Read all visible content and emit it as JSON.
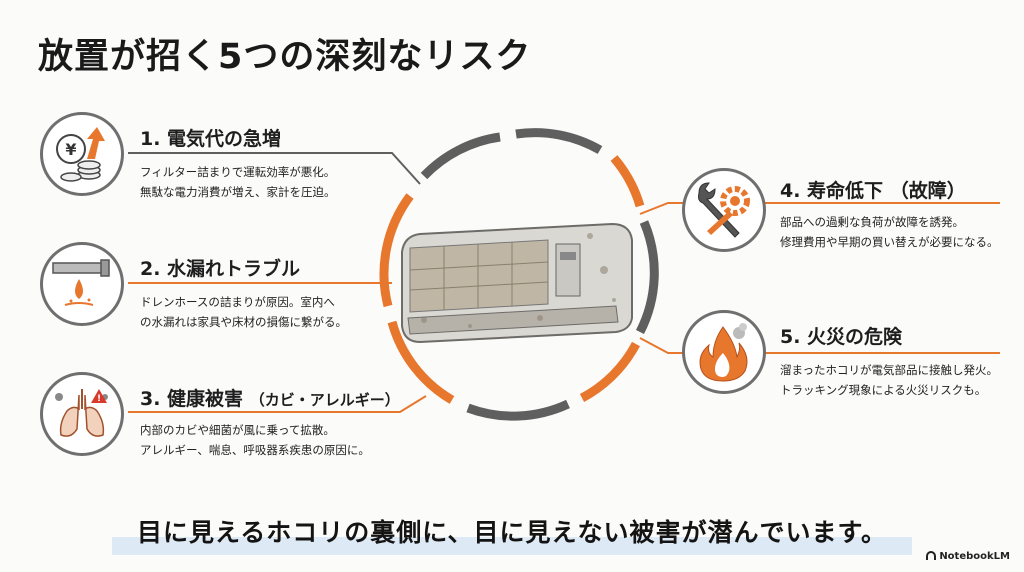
{
  "title": "放置が招く5つの深刻なリスク",
  "risks": [
    {
      "title": "1. 電気代の急増",
      "subtitle": "",
      "icon": "yen-coins-up-arrow-icon",
      "lines": [
        "フィルター詰まりで運転効率が悪化。",
        "無駄な電力消費が増え、家計を圧迫。"
      ]
    },
    {
      "title": "2. 水漏れトラブル",
      "subtitle": "",
      "icon": "pipe-water-drop-icon",
      "lines": [
        "ドレンホースの詰まりが原因。室内へ",
        "の水漏れは家具や床材の損傷に繋がる。"
      ]
    },
    {
      "title": "3. 健康被害",
      "subtitle": "（カビ・アレルギー）",
      "icon": "lungs-mold-icon",
      "lines": [
        "内部のカビや細菌が風に乗って拡散。",
        "アレルギー、喘息、呼吸器系疾患の原因に。"
      ]
    },
    {
      "title": "4. 寿命低下",
      "subtitle": "（故障）",
      "icon": "wrench-gear-icon",
      "lines": [
        "部品への過剰な負荷が故障を誘発。",
        "修理費用や早期の買い替えが必要になる。"
      ]
    },
    {
      "title": "5. 火災の危険",
      "subtitle": "",
      "icon": "fire-icon",
      "lines": [
        "溜まったホコリが電気部品に接触し発火。",
        "トラッキング現象による火災リスクも。"
      ]
    }
  ],
  "center_image": "dusty-air-conditioner",
  "footer": "目に見えるホコリの裏側に、目に見えない被害が潜んでいます。",
  "brand": "NotebookLM",
  "colors": {
    "accent": "#e8772e",
    "gray": "#5f5f5f",
    "footer_band": "#dde9f4"
  }
}
